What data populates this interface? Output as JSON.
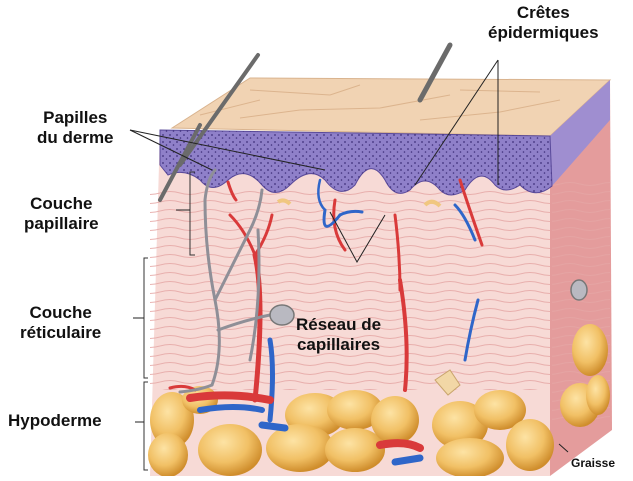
{
  "labels": {
    "cretes": [
      "Crêtes",
      "épidermiques"
    ],
    "papilles": [
      "Papilles",
      "du derme"
    ],
    "couche_papillaire": [
      "Couche",
      "papillaire"
    ],
    "couche_reticulaire": [
      "Couche",
      "réticulaire"
    ],
    "hypoderme": "Hypoderme",
    "reseau": [
      "Réseau de",
      "capillaires"
    ],
    "graisse": "Graisse"
  },
  "colors": {
    "epidermis": "#8e7fc7",
    "epidermis_dots": "#3f2f7a",
    "surface": "#f0d2b2",
    "dermis": "#f6d7d2",
    "dermis_fibers": "#e4a9a7",
    "side_face": "#d88c8c",
    "fat": "#f0c26a",
    "fat_shadow": "#d7962e",
    "artery": "#d93a3a",
    "vein": "#2f66c9",
    "nerve": "#8f8f97"
  }
}
